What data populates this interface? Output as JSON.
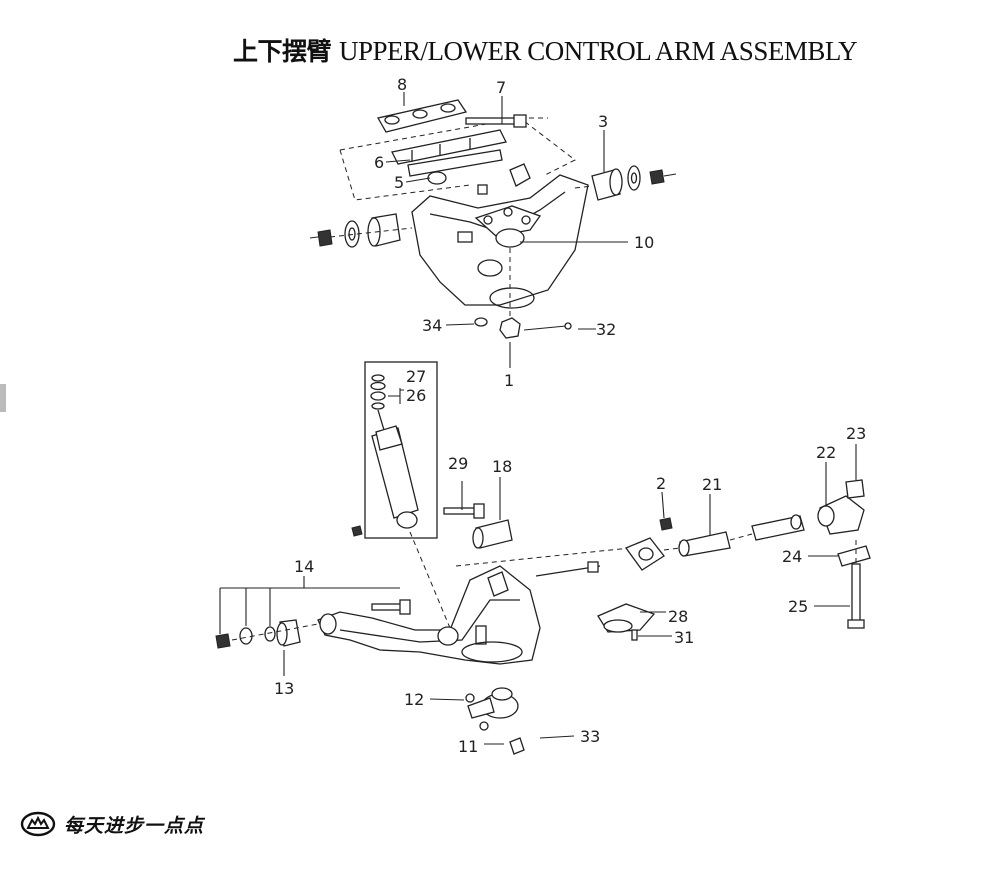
{
  "title": {
    "zh": "上下摆臂",
    "en": "UPPER/LOWER CONTROL ARM ASSEMBLY"
  },
  "callouts": [
    "8",
    "7",
    "3",
    "6",
    "5",
    "10",
    "34",
    "32",
    "1",
    "27",
    "26",
    "29",
    "18",
    "2",
    "21",
    "22",
    "23",
    "14",
    "24",
    "25",
    "28",
    "31",
    "13",
    "12",
    "11",
    "33"
  ],
  "footer": {
    "text": "每天进步一点点",
    "logo": "great-wall-logo-icon"
  }
}
